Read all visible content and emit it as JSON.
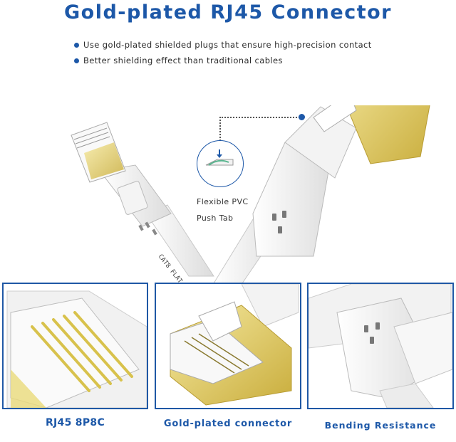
{
  "title": "Gold-plated RJ45 Connector",
  "bullets": [
    "Use gold-plated shielded plugs that ensure high-precision contact",
    "Better shielding effect than traditional cables"
  ],
  "callout": {
    "line1": "Flexible PVC",
    "line2": "Push Tab"
  },
  "cable_print": "CAT8 FLAT",
  "panels": [
    {
      "caption": "RJ45 8P8C"
    },
    {
      "caption": "Gold-plated connector"
    },
    {
      "caption": "Bending Resistance"
    }
  ],
  "colors": {
    "accent": "#1d58a8",
    "gold": "#e8d36a",
    "cable": "#f2f2f2"
  }
}
